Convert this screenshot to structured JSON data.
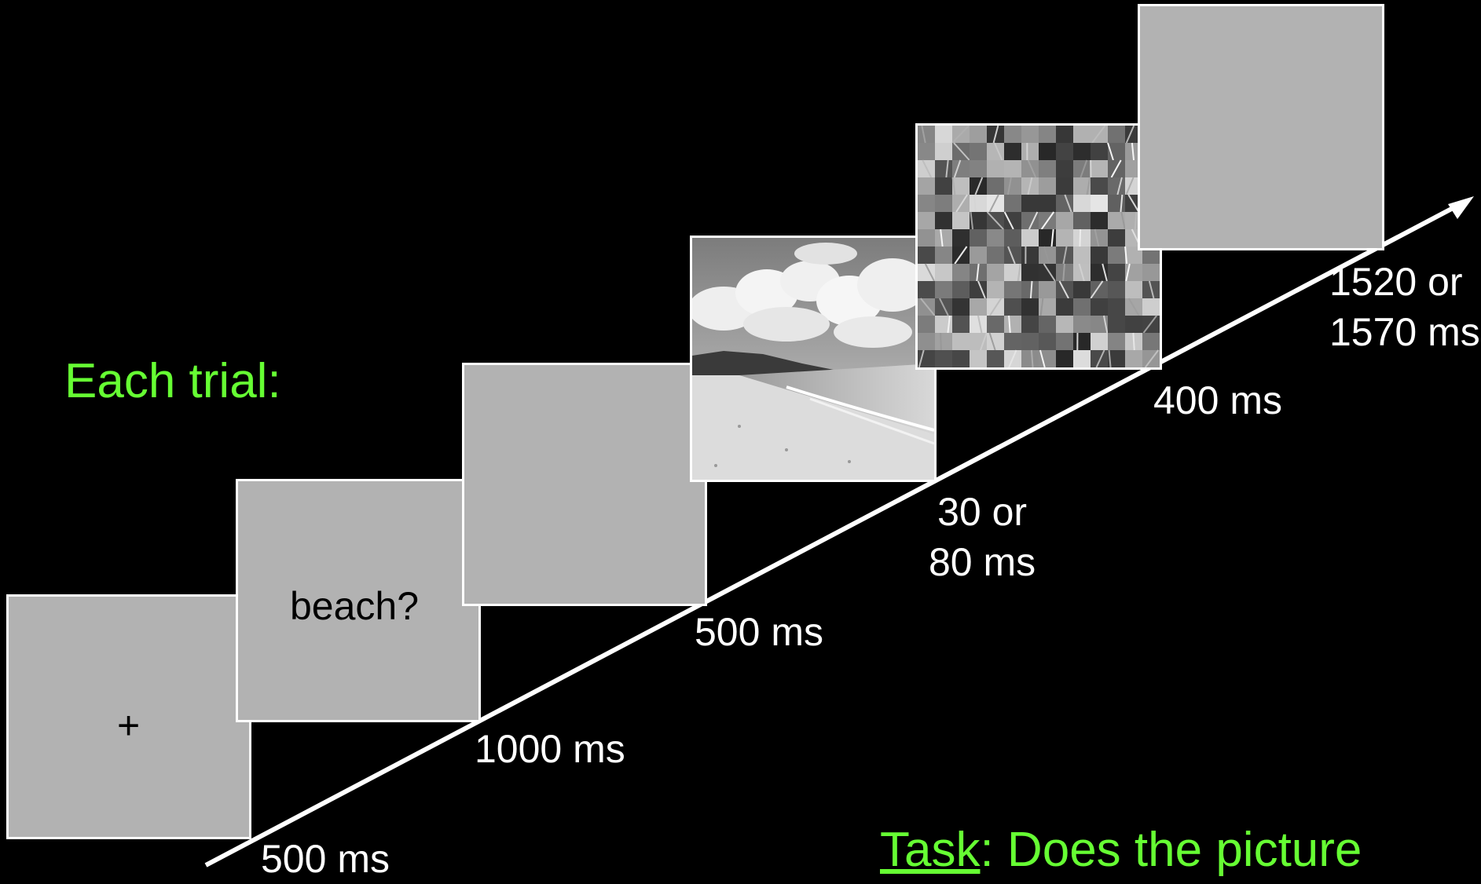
{
  "heading": "Each trial:",
  "frames": [
    {
      "content": "+"
    },
    {
      "content": "beach?"
    },
    {
      "content": ""
    },
    {
      "content": "beach photograph"
    },
    {
      "content": "scrambled mask"
    },
    {
      "content": ""
    }
  ],
  "durations": [
    "500 ms",
    "1000 ms",
    "500 ms",
    "30 or\n80 ms",
    "400 ms",
    "1520 or\n1570 ms"
  ],
  "task": {
    "label": "Task",
    "rest": ": Does the picture"
  },
  "colors": {
    "background": "#000000",
    "frame_fill": "#b2b2b2",
    "frame_border": "#ffffff",
    "heading": "#66ff33",
    "timeline": "#ffffff"
  }
}
